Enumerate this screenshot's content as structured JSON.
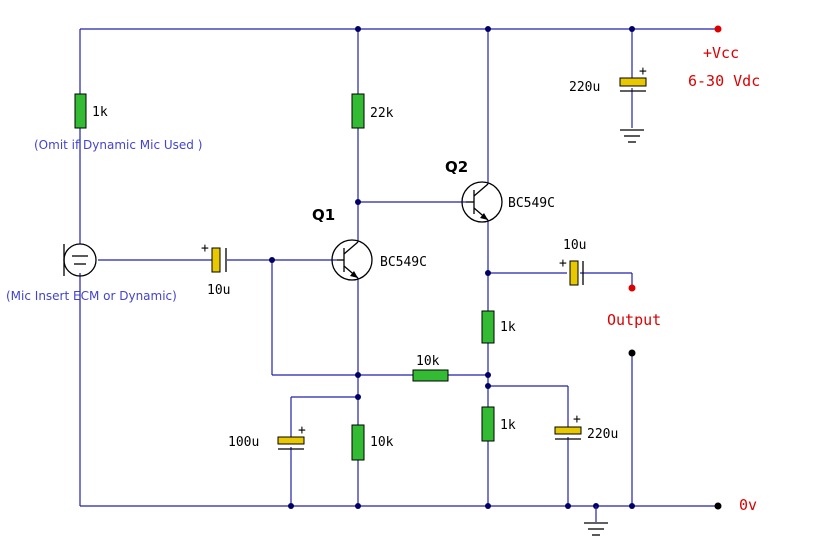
{
  "labels": {
    "vcc": "+Vcc",
    "vcc_range": "6-30 Vdc",
    "output": "Output",
    "ground": "0v",
    "mic_note": "(Omit if Dynamic Mic Used )",
    "mic_label": "(Mic Insert  ECM or Dynamic)",
    "q1": "Q1",
    "q2": "Q2"
  },
  "components": {
    "r_mic": "1k",
    "r_q1_collector": "22k",
    "r_q1_emitter": "10k",
    "r_feedback": "10k",
    "r_q2_emitter_top": "1k",
    "r_q2_emitter_bottom": "1k",
    "c_input": "10u",
    "c_output": "10u",
    "c_supply": "220u",
    "c_emitter_bypass": "220u",
    "c_q1_emitter": "100u",
    "q1_part": "BC549C",
    "q2_part": "BC549C",
    "plus_sign": "+"
  },
  "colors": {
    "wire": "#2222aa",
    "resistor": "#33bb33",
    "capacitor": "#e8c800",
    "terminal": "#dd0000",
    "note_text": "#4444cc"
  }
}
